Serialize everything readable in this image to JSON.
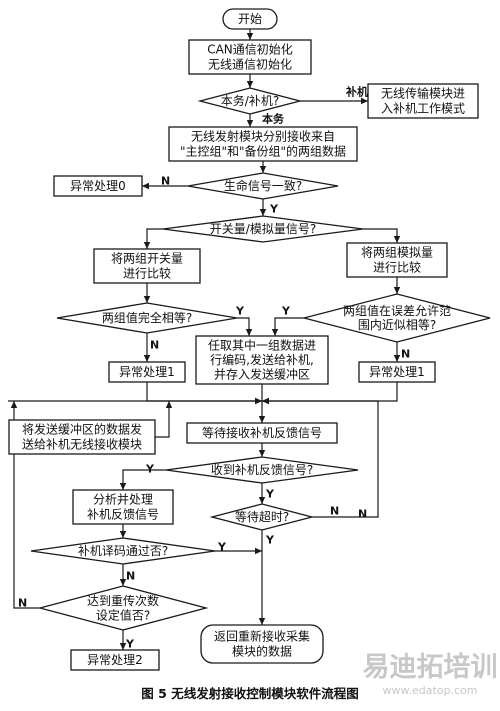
{
  "nodes": {
    "start": {
      "lines": [
        "开始"
      ]
    },
    "init": {
      "lines": [
        "CAN通信初始化",
        "无线通信初始化"
      ]
    },
    "role": {
      "lines": [
        "本务/补机?"
      ]
    },
    "slave_mode": {
      "lines": [
        "无线传输模块进",
        "入补机工作模式"
      ]
    },
    "recv": {
      "lines": [
        "无线发射模块分别接收来自",
        "\"主控组\"和\"备份组\"的两组数据"
      ]
    },
    "err0": {
      "lines": [
        "异常处理0"
      ]
    },
    "life": {
      "lines": [
        "生命信号一致?"
      ]
    },
    "type": {
      "lines": [
        "开关量/模拟量信号?"
      ]
    },
    "cmp_sw": {
      "lines": [
        "将两组开关量",
        "进行比较"
      ]
    },
    "cmp_an": {
      "lines": [
        "将两组模拟量",
        "进行比较"
      ]
    },
    "eq_sw": {
      "lines": [
        "两组值完全相等?"
      ]
    },
    "eq_an": {
      "lines": [
        "两组值在误差允许范",
        "围内近似相等?"
      ]
    },
    "encode": {
      "lines": [
        "任取其中一组数据进",
        "行编码,发送给补机,",
        "并存入发送缓冲区"
      ]
    },
    "err1a": {
      "lines": [
        "异常处理1"
      ]
    },
    "err1b": {
      "lines": [
        "异常处理1"
      ]
    },
    "resend": {
      "lines": [
        "将发送缓冲区的数据发",
        "送给补机无线接收模块"
      ]
    },
    "wait": {
      "lines": [
        "等待接收补机反馈信号"
      ]
    },
    "got_fb": {
      "lines": [
        "收到补机反馈信号?"
      ]
    },
    "analyze": {
      "lines": [
        "分析并处理",
        "补机反馈信号"
      ]
    },
    "timeout": {
      "lines": [
        "等待超时?"
      ]
    },
    "decode": {
      "lines": [
        "补机译码通过否?"
      ]
    },
    "retry": {
      "lines": [
        "达到重传次数",
        "设定值否?"
      ]
    },
    "err2": {
      "lines": [
        "异常处理2"
      ]
    },
    "back": {
      "lines": [
        "返回重新接收采集",
        "模块的数据"
      ]
    }
  },
  "edge_labels": {
    "slave": "补机",
    "master": "本务",
    "n_life": "N",
    "y_life": "Y",
    "y_sw": "Y",
    "y_an": "Y",
    "n_sw": "N",
    "n_an": "N",
    "y_resend": "Y",
    "y_got": "Y",
    "n_got": "N",
    "n_timeout": "N",
    "y_timeout": "Y",
    "y_decode": "Y",
    "n_decode": "N",
    "n_retry": "N",
    "y_retry": "Y"
  },
  "caption": "图 5  无线发射接收控制模块软件流程图",
  "watermark": {
    "brand": "易迪拓培训",
    "url": "www.edatop.com"
  }
}
